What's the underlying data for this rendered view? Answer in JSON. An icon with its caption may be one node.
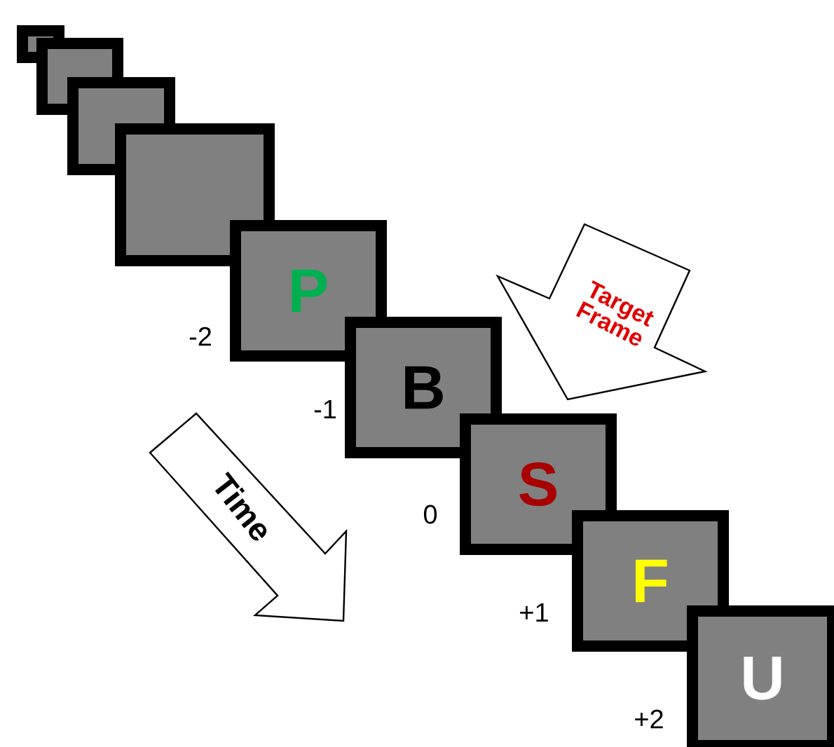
{
  "diagram": {
    "nodes": [
      {
        "text": [],
        "shape": "box"
      },
      {
        "text": [],
        "shape": "box"
      },
      {
        "text": [],
        "shape": "box"
      },
      {
        "text": [],
        "shape": "box"
      },
      {
        "text": [
          "P"
        ],
        "beside": [
          "-2"
        ]
      },
      {
        "text": [
          "B"
        ],
        "beside": [
          "-1"
        ]
      },
      {
        "text": [
          "S"
        ],
        "beside": [
          "0"
        ]
      },
      {
        "text": [
          "F"
        ],
        "beside": [
          "+1"
        ]
      },
      {
        "text": [
          "U"
        ],
        "beside": [
          "+2"
        ]
      },
      {
        "text": [
          "Target Frame"
        ]
      },
      {
        "text": [
          "Time"
        ]
      }
    ]
  }
}
